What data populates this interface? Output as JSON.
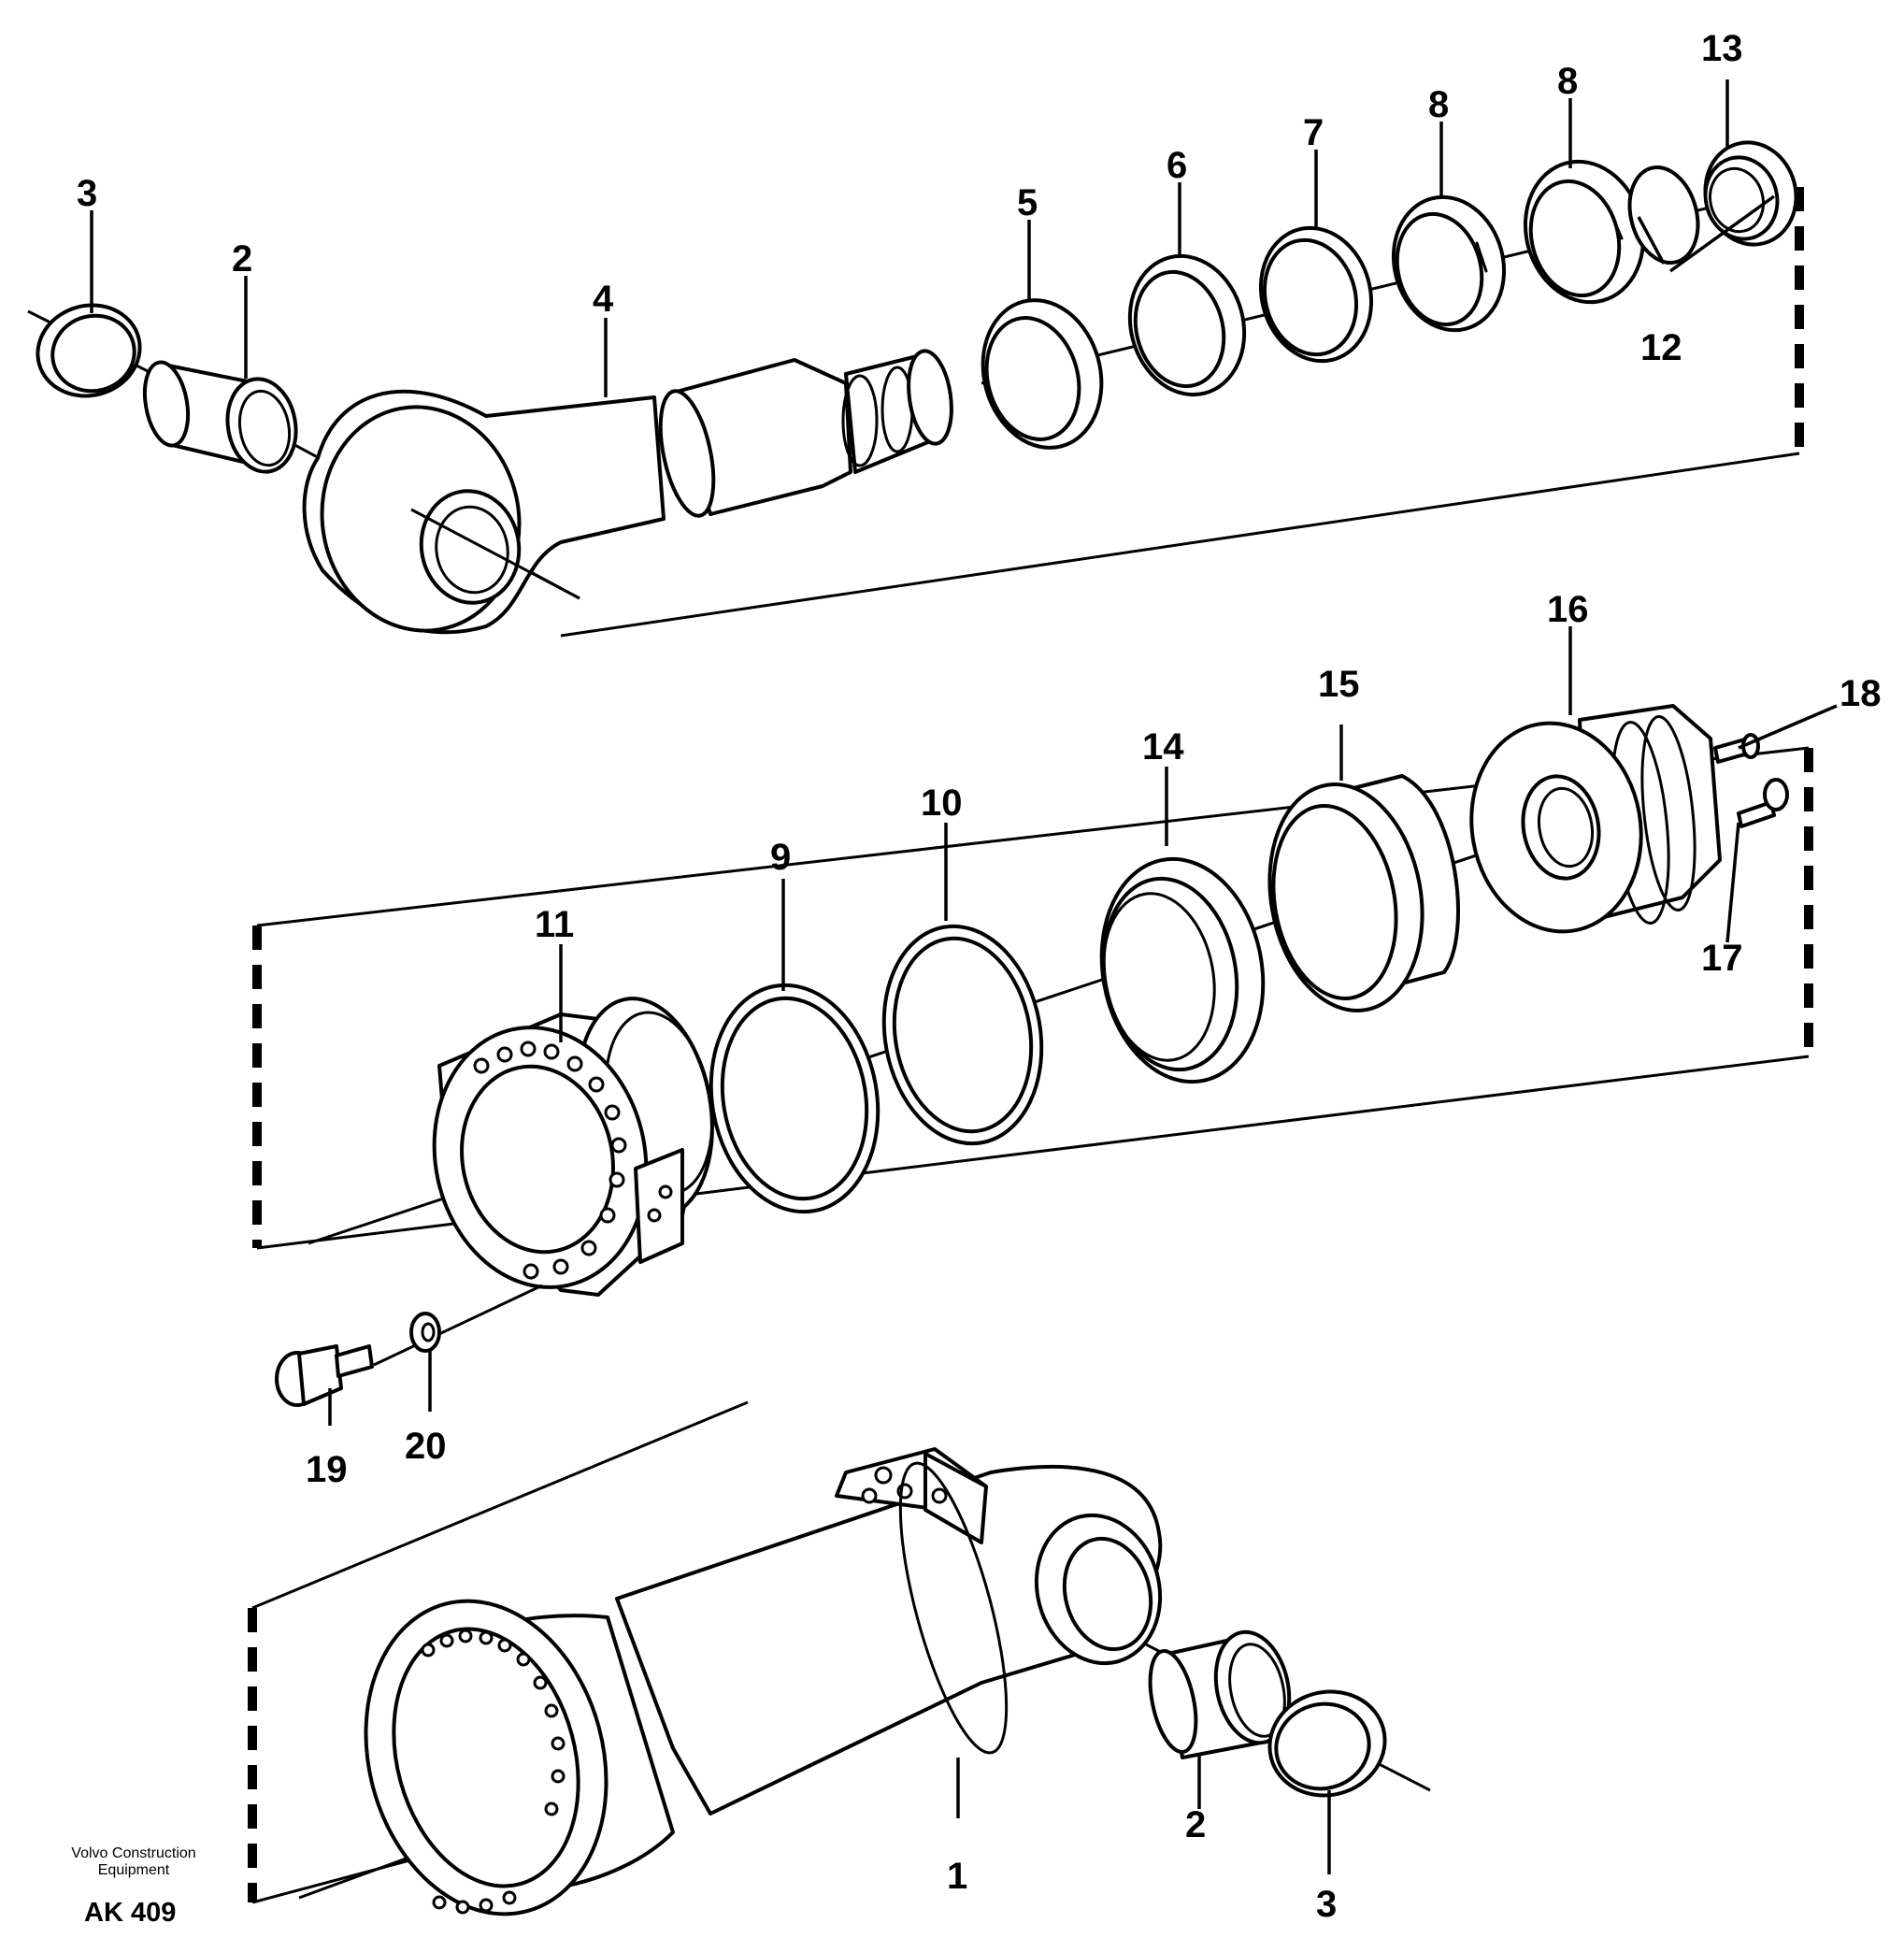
{
  "diagram": {
    "callouts": [
      {
        "id": "c3a",
        "label": "3"
      },
      {
        "id": "c2a",
        "label": "2"
      },
      {
        "id": "c4",
        "label": "4"
      },
      {
        "id": "c5",
        "label": "5"
      },
      {
        "id": "c6",
        "label": "6"
      },
      {
        "id": "c7",
        "label": "7"
      },
      {
        "id": "c8a",
        "label": "8"
      },
      {
        "id": "c8b",
        "label": "8"
      },
      {
        "id": "c13",
        "label": "13"
      },
      {
        "id": "c12",
        "label": "12"
      },
      {
        "id": "c16",
        "label": "16"
      },
      {
        "id": "c18",
        "label": "18"
      },
      {
        "id": "c15",
        "label": "15"
      },
      {
        "id": "c14",
        "label": "14"
      },
      {
        "id": "c10",
        "label": "10"
      },
      {
        "id": "c9",
        "label": "9"
      },
      {
        "id": "c11",
        "label": "11"
      },
      {
        "id": "c17",
        "label": "17"
      },
      {
        "id": "c19",
        "label": "19"
      },
      {
        "id": "c20",
        "label": "20"
      },
      {
        "id": "c1",
        "label": "1"
      },
      {
        "id": "c2b",
        "label": "2"
      },
      {
        "id": "c3b",
        "label": "3"
      }
    ]
  },
  "footer": {
    "brand_line1": "Volvo Construction",
    "brand_line2": "Equipment",
    "drawing_code": "AK 409"
  }
}
